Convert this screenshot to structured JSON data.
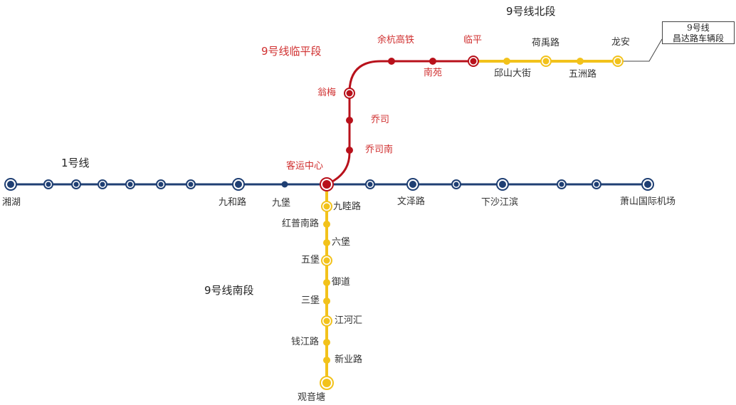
{
  "colors": {
    "line1": "#1f3f73",
    "line9_linping": "#b8111b",
    "line9": "#f2c21b",
    "label_red": "#d03030",
    "text": "#333333"
  },
  "titles": {
    "line1": "1号线",
    "line9_linping": "9号线临平段",
    "line9_north": "9号线北段",
    "line9_south": "9号线南段"
  },
  "depot": {
    "line": "9号线",
    "name": "昌达路车辆段"
  },
  "stations": {
    "xianghu": "湘湖",
    "jiuhelu": "九和路",
    "jiubao": "九堡",
    "keyunzhongxin": "客运中心",
    "wenzelu": "文泽路",
    "xiashajiangbin": "下沙江滨",
    "xiaoshan_airport": "萧山国际机场",
    "wengmei": "翁梅",
    "qiaosi": "乔司",
    "qiaosinan": "乔司南",
    "yuhang_hsr": "余杭高铁",
    "nanyuan": "南苑",
    "linping": "临平",
    "qiushandajie": "邱山大街",
    "heyulu": "荷禹路",
    "wuzhoulu": "五洲路",
    "longan": "龙安",
    "jiumulu": "九睦路",
    "hongpunanlu": "红普南路",
    "liubao": "六堡",
    "wubao": "五堡",
    "yudao": "御道",
    "sanbao": "三堡",
    "jianghehui": "江河汇",
    "qianjianglu": "钱江路",
    "xinyelu": "新业路",
    "guanyintang": "观音塘"
  }
}
